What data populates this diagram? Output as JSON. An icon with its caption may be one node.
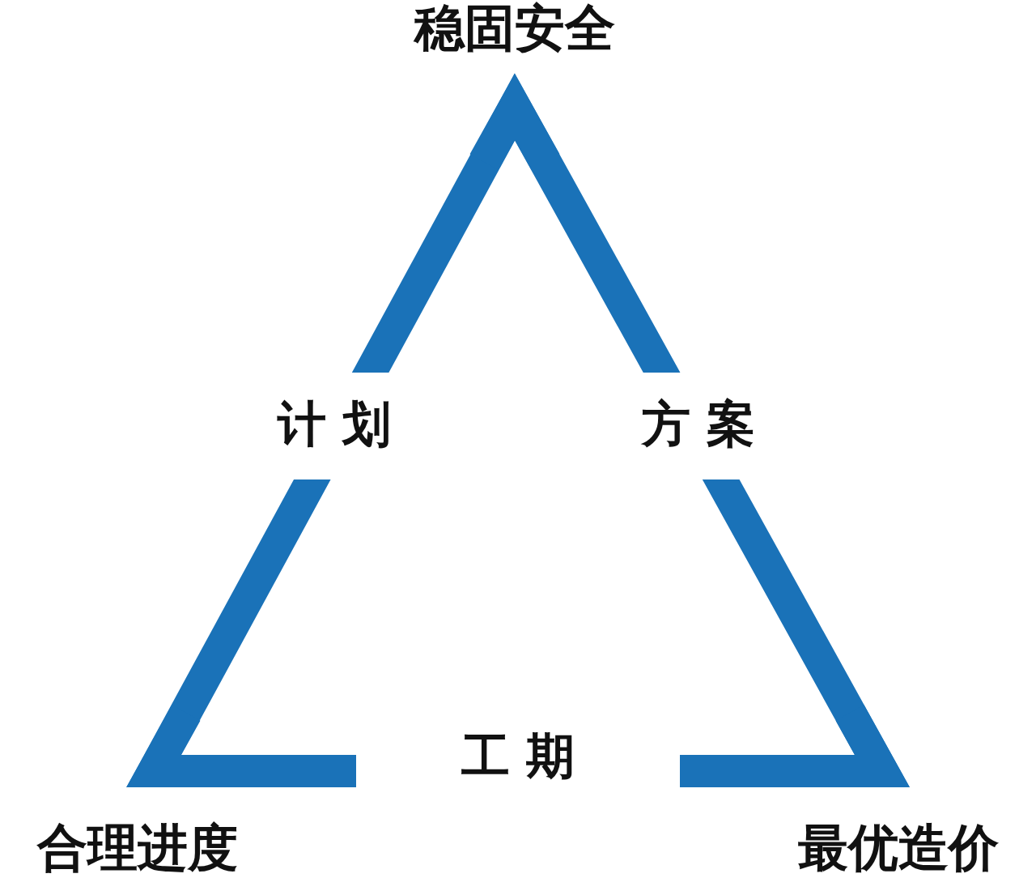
{
  "diagram": {
    "nodes": [
      {
        "text": [
          "稳固安全"
        ]
      },
      {
        "text": [
          "合理进度"
        ]
      },
      {
        "text": [
          "最优造价"
        ]
      }
    ],
    "edges": [
      {
        "from": 0,
        "to": 1,
        "arrow": "none",
        "label": "计 划"
      },
      {
        "from": 0,
        "to": 2,
        "arrow": "none",
        "label": "方 案"
      },
      {
        "from": 1,
        "to": 2,
        "arrow": "none",
        "label": "工 期"
      }
    ]
  }
}
